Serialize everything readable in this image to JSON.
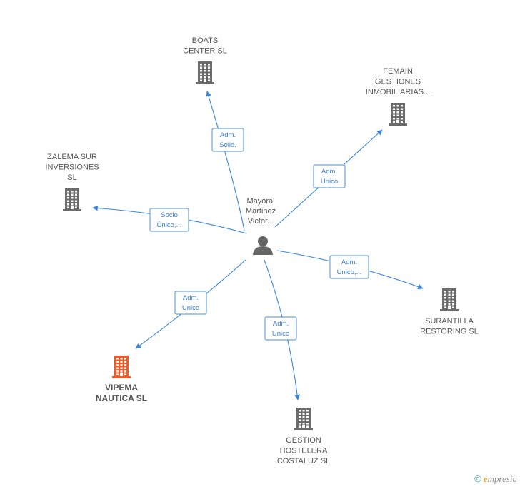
{
  "center": {
    "label_lines": [
      "Mayoral",
      "Martinez",
      "Victor..."
    ],
    "icon": "person-icon",
    "color": "#666666"
  },
  "companies": [
    {
      "id": "boats",
      "label_lines": [
        "BOATS",
        "CENTER SL"
      ],
      "highlight": false
    },
    {
      "id": "femain",
      "label_lines": [
        "FEMAIN",
        "GESTIONES",
        "INMOBILIARIAS..."
      ],
      "highlight": false
    },
    {
      "id": "zalema",
      "label_lines": [
        "ZALEMA SUR",
        "INVERSIONES",
        "SL"
      ],
      "highlight": false
    },
    {
      "id": "surantilla",
      "label_lines": [
        "SURANTILLA",
        "RESTORING SL"
      ],
      "highlight": false
    },
    {
      "id": "vipema",
      "label_lines": [
        "VIPEMA",
        "NAUTICA SL"
      ],
      "highlight": true
    },
    {
      "id": "gestion",
      "label_lines": [
        "GESTION",
        "HOSTELERA",
        "COSTALUZ SL"
      ],
      "highlight": false
    }
  ],
  "relations": [
    {
      "to": "boats",
      "lines": [
        "Adm.",
        "Solid."
      ]
    },
    {
      "to": "femain",
      "lines": [
        "Adm.",
        "Unico"
      ]
    },
    {
      "to": "zalema",
      "lines": [
        "Socio",
        "Único,..."
      ]
    },
    {
      "to": "surantilla",
      "lines": [
        "Adm.",
        "Unico,..."
      ]
    },
    {
      "to": "vipema",
      "lines": [
        "Adm.",
        "Unico"
      ]
    },
    {
      "to": "gestion",
      "lines": [
        "Adm.",
        "Unico"
      ]
    }
  ],
  "colors": {
    "building": "#6b6b6b",
    "building_highlight": "#f05a28",
    "edge": "#3a85dd",
    "relation_text": "#3a7fd0"
  },
  "footer": {
    "copyright_symbol": "©",
    "brand_initial": "e",
    "brand_rest": "mpresia"
  }
}
